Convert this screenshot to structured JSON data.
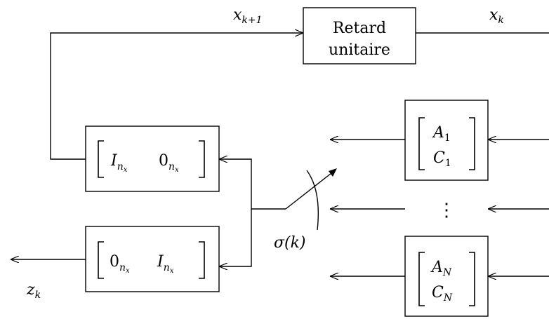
{
  "signals": {
    "x_next": "x",
    "x_next_sub": "k+1",
    "x_curr": "x",
    "x_curr_sub": "k",
    "output": "z",
    "output_sub": "k",
    "switch_label": "σ(k)"
  },
  "delay_block": {
    "line1": "Retard",
    "line2": "unitaire"
  },
  "top_matrix": {
    "left": "I",
    "left_sub": "n",
    "left_subsub": "x",
    "right": "0",
    "right_sub": "n",
    "right_subsub": "x"
  },
  "bottom_matrix": {
    "left": "0",
    "left_sub": "n",
    "left_subsub": "x",
    "right": "I",
    "right_sub": "n",
    "right_subsub": "x"
  },
  "mode_1": {
    "top": "A",
    "top_sub": "1",
    "bottom": "C",
    "bottom_sub": "1"
  },
  "mode_N": {
    "top": "A",
    "top_sub": "N",
    "bottom": "C",
    "bottom_sub": "N"
  },
  "ellipsis": "⋮"
}
